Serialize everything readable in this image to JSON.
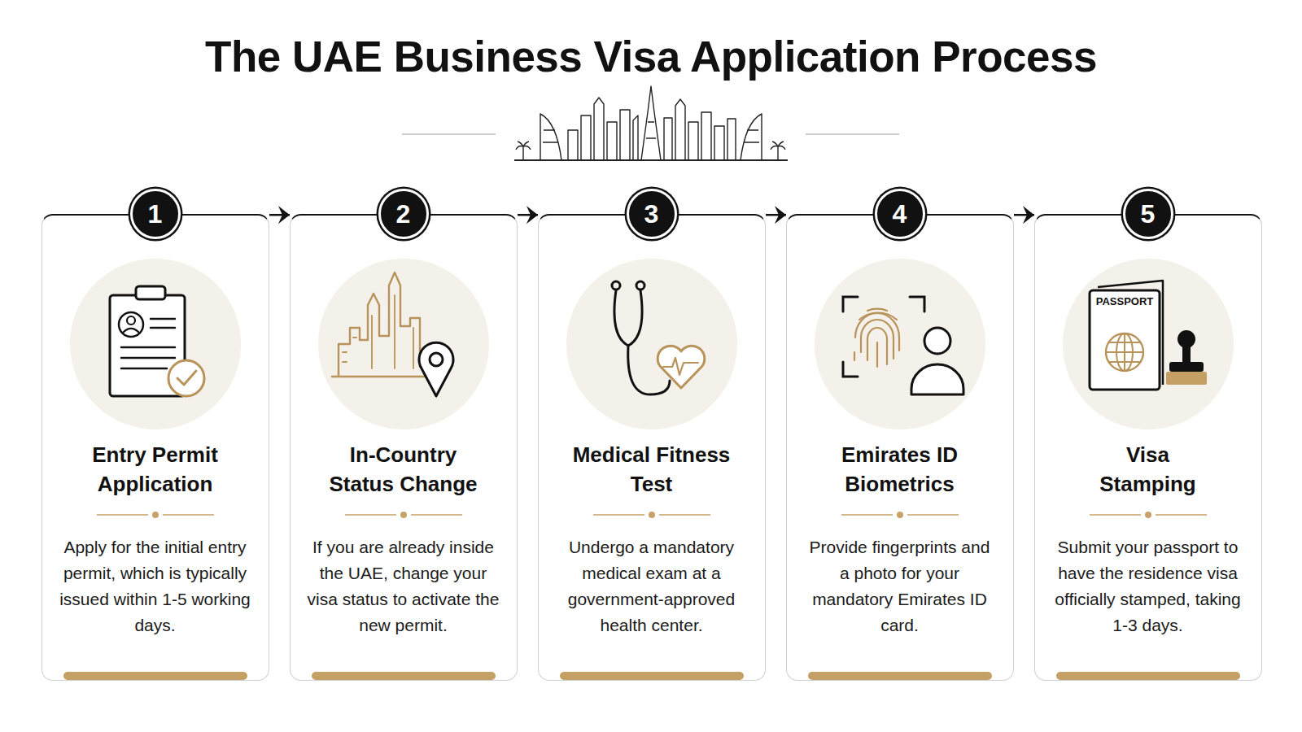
{
  "diagram": {
    "title": "The UAE Business Visa Application Process",
    "nodes": [
      {
        "text": [
          "1",
          "Entry Permit Application",
          "Apply for the initial entry permit, which is typically issued within 1-5 working days."
        ]
      },
      {
        "text": [
          "2",
          "In-Country Status Change",
          "If you are already inside the UAE, change your visa status to activate the new permit."
        ]
      },
      {
        "text": [
          "3",
          "Medical Fitness Test",
          "Undergo a mandatory medical exam at a government-approved health center."
        ]
      },
      {
        "text": [
          "4",
          "Emirates ID Biometrics",
          "Provide fingerprints and a photo for your mandatory Emirates ID card."
        ]
      },
      {
        "text": [
          "5",
          "Visa Stamping",
          "Submit your passport to have the residence visa officially stamped, taking 1-3 days."
        ]
      }
    ],
    "edges": [
      {
        "from": 0,
        "to": 1,
        "arrow": "to"
      },
      {
        "from": 1,
        "to": 2,
        "arrow": "to"
      },
      {
        "from": 2,
        "to": 3,
        "arrow": "to"
      },
      {
        "from": 3,
        "to": 4,
        "arrow": "to"
      }
    ],
    "labels": [
      "PASSPORT"
    ]
  }
}
